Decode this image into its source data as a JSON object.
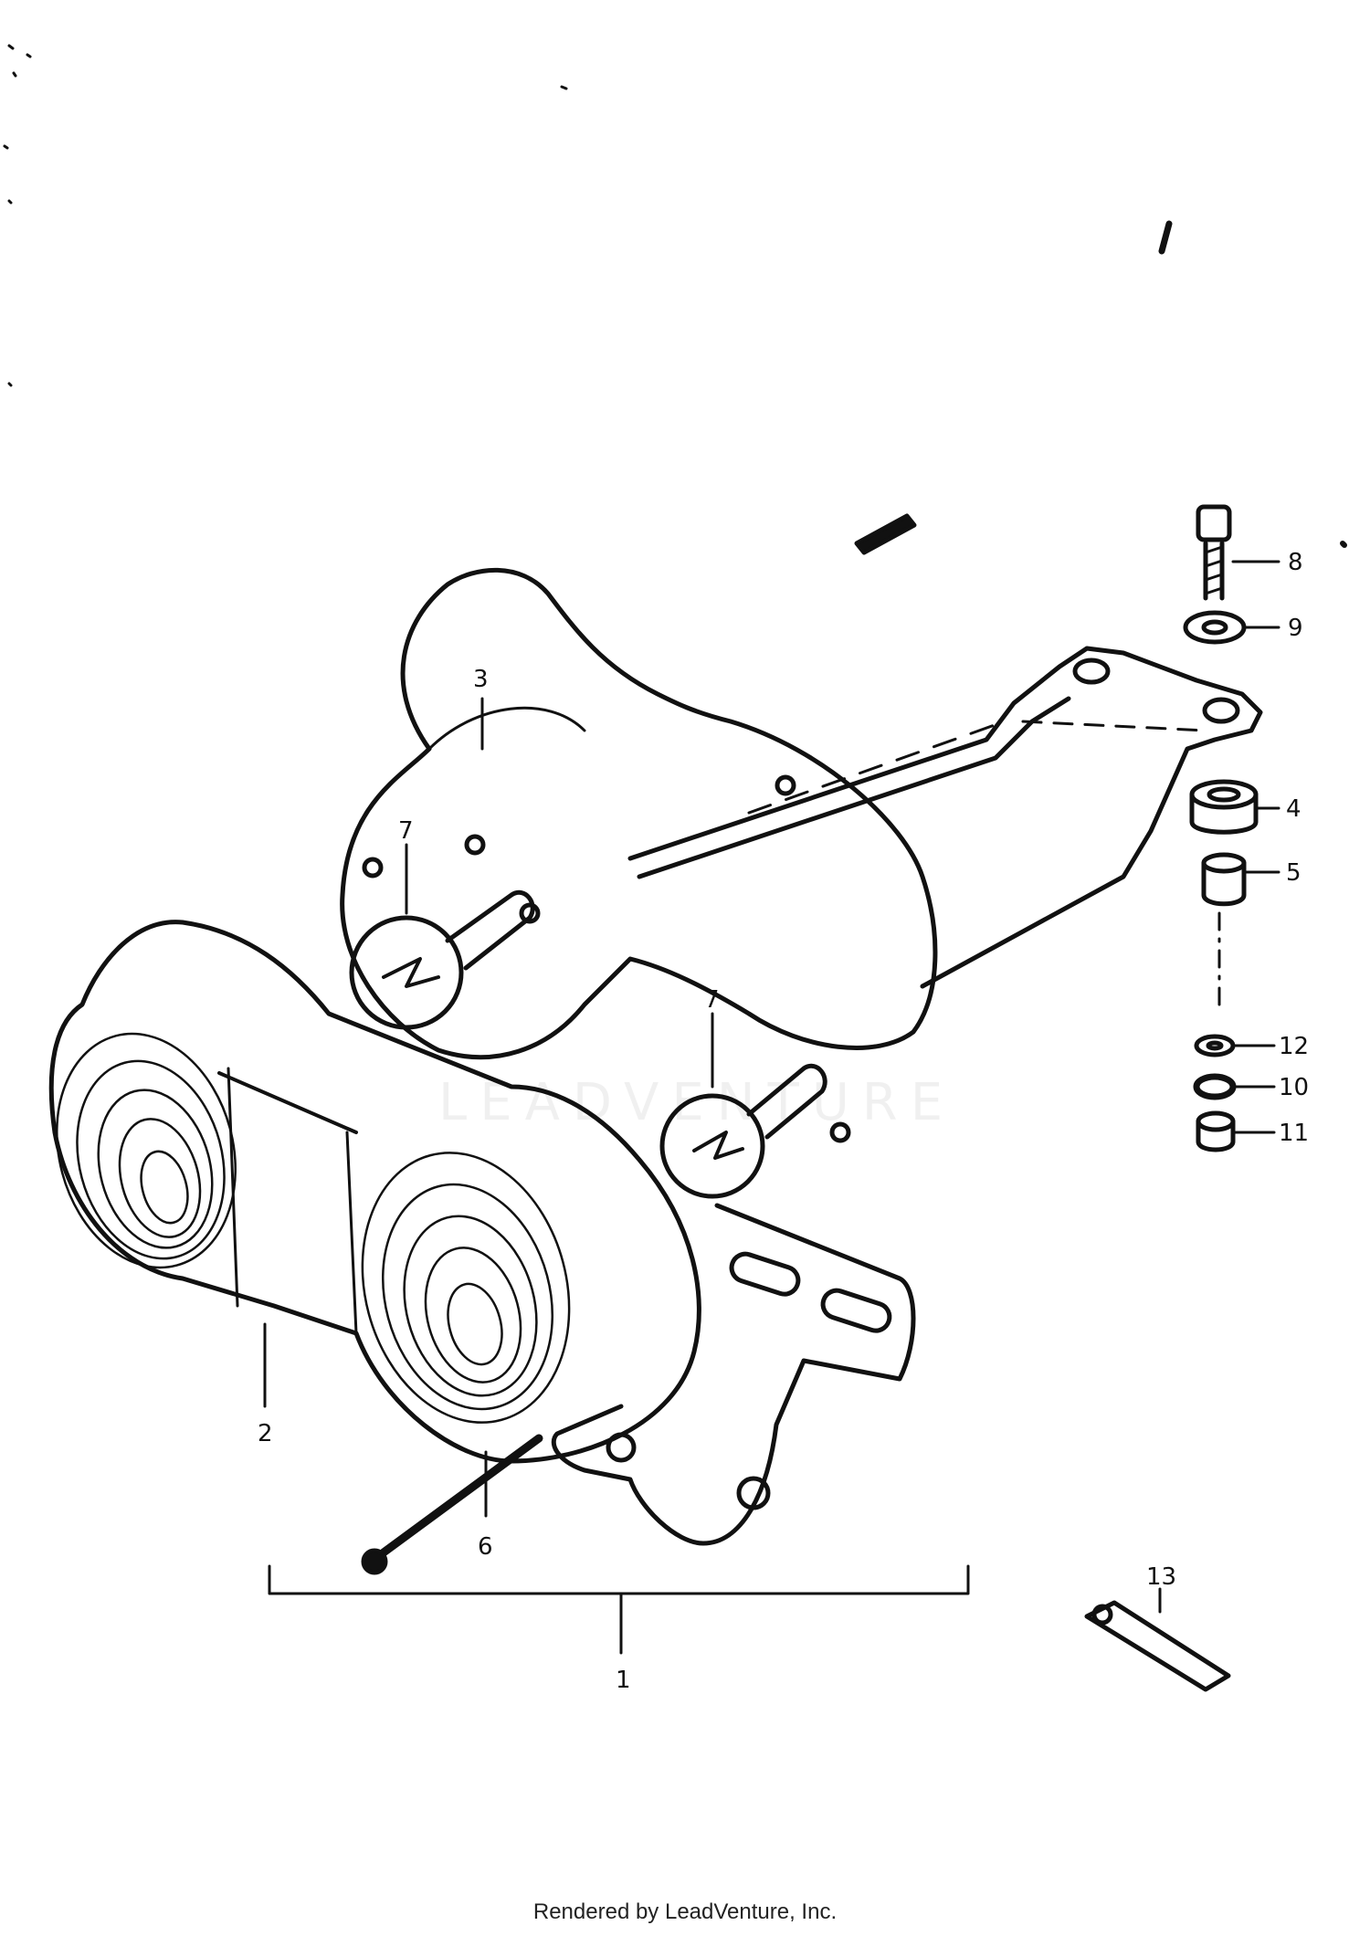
{
  "watermark": "LEADVENTURE",
  "footer": {
    "text": "Rendered by LeadVenture, Inc."
  },
  "callouts": {
    "c1": "1",
    "c2": "2",
    "c3": "3",
    "c4": "4",
    "c5": "5",
    "c6": "6",
    "c7a": "7",
    "c7b": "7",
    "c8": "8",
    "c9": "9",
    "c10": "10",
    "c11": "11",
    "c12": "12",
    "c13": "13"
  }
}
